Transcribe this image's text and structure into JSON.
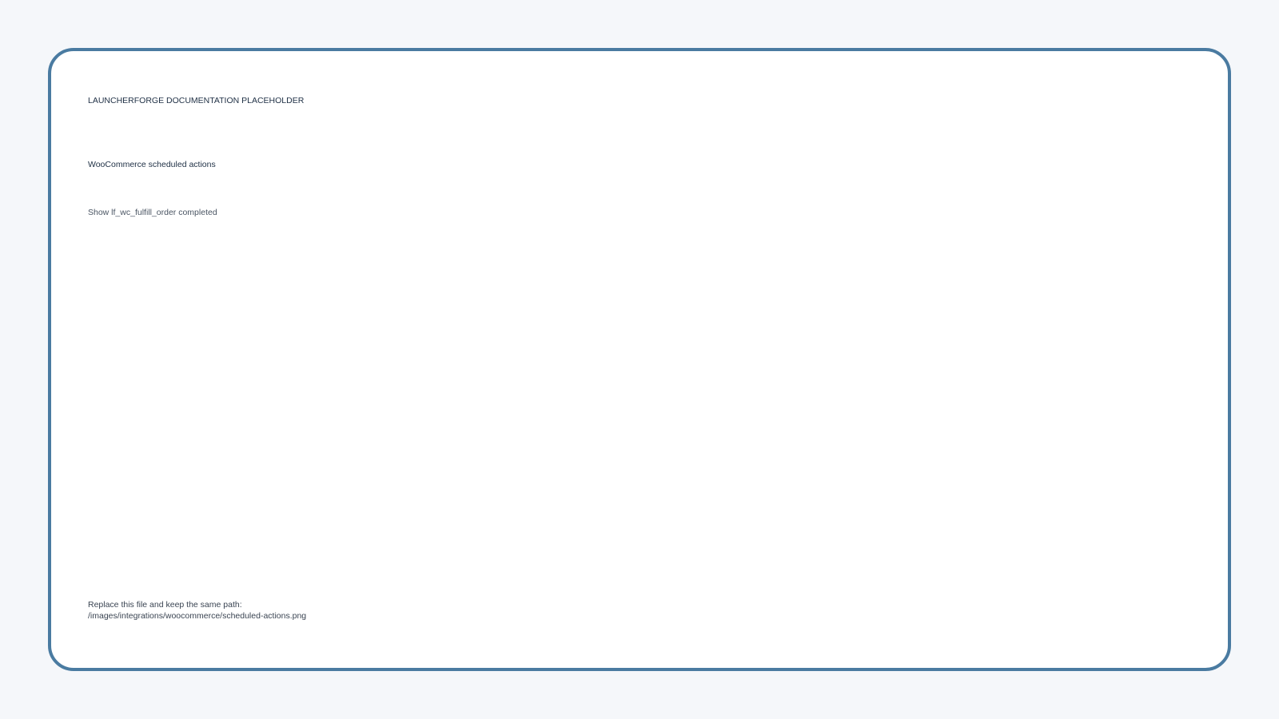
{
  "placeholder": {
    "eyebrow": "LAUNCHERFORGE DOCUMENTATION PLACEHOLDER",
    "title": "WooCommerce scheduled actions",
    "subtitle": "Show lf_wc_fulfill_order completed",
    "footer_line1": "Replace this file and keep the same path:",
    "footer_line2": "/images/integrations/woocommerce/scheduled-actions.png"
  },
  "colors": {
    "background": "#f5f7fa",
    "card": "#ffffff",
    "border": "#4a7ba1",
    "heading_text": "#1e2f44",
    "muted_text": "#4a5563"
  }
}
